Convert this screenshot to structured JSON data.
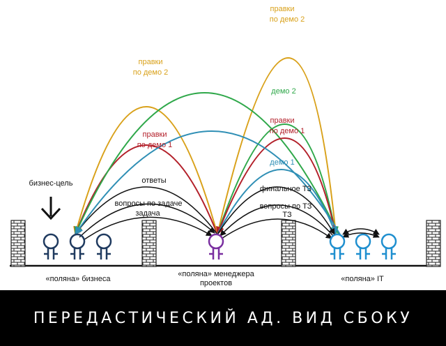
{
  "title": "ПЕРЕДАСТИЧЕСКИЙ АД. ВИД СБОКУ",
  "colors": {
    "orange": "#d9a11a",
    "green": "#2fa84a",
    "red": "#b3202a",
    "blue": "#2f8fb5",
    "black": "#111111",
    "purple": "#7a2fa0",
    "navy": "#1f3a5f",
    "it_blue": "#1f8fcf"
  },
  "annotations": {
    "goal": "бизнес-цель"
  },
  "zones": {
    "business": "«поляна» бизнеса",
    "pm_line1": "«поляна» менеджера",
    "pm_line2": "проектов",
    "it": "«поляна» IT"
  },
  "left_arcs": {
    "edits_demo2_line1": "правки",
    "edits_demo2_line2": "по демо 2",
    "edits_demo1_line1": "правки",
    "edits_demo1_line2": "по демо 1",
    "answers": "ответы",
    "task_questions": "вопросы по задаче",
    "task": "задача"
  },
  "right_arcs": {
    "edits_demo2_line1": "правки",
    "edits_demo2_line2": "по демо 2",
    "demo2": "демо 2",
    "edits_demo1_line1": "правки",
    "edits_demo1_line2": "по демо 1",
    "demo1": "демо 1",
    "final_spec": "финальное ТЗ",
    "spec_questions": "вопросы по ТЗ",
    "spec": "ТЗ"
  }
}
